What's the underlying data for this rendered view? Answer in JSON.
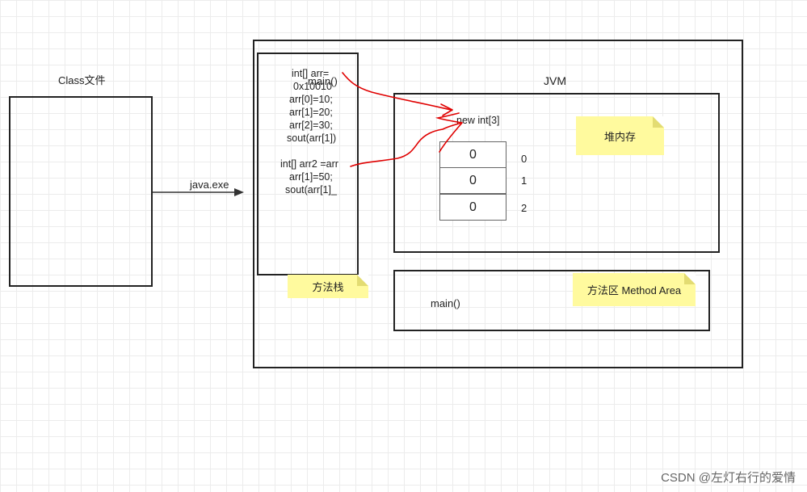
{
  "class_file": {
    "label": "Class文件"
  },
  "arrow": {
    "label": "java.exe"
  },
  "jvm": {
    "label": "JVM"
  },
  "stack": {
    "main_label": "main()",
    "code": {
      "line1": "int[] arr=",
      "line2": "0x10010",
      "line3": "arr[0]=10;",
      "line4": "arr[1]=20;",
      "line5": "arr[2]=30;",
      "line6": "sout(arr[1])",
      "line7": "int[] arr2 =arr",
      "line8": "arr[1]=50;",
      "line9": "sout(arr[1]_"
    },
    "note": "方法栈"
  },
  "heap": {
    "expr": "new int[3]",
    "cells": [
      "0",
      "0",
      "0"
    ],
    "indices": [
      "0",
      "1",
      "2"
    ],
    "note": "堆内存"
  },
  "method_area": {
    "main_label": "main()",
    "note": "方法区 Method Area"
  },
  "watermark": "CSDN @左灯右行的爱情",
  "colors": {
    "annotation": "#e00000",
    "note_bg": "#fffa9e",
    "box_border": "#222222"
  }
}
